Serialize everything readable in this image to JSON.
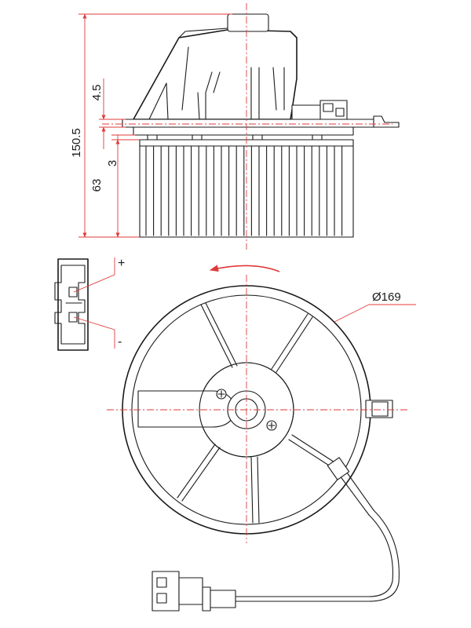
{
  "dimensions": {
    "total_height": "150.5",
    "flange_offset": "4.5",
    "gap": "3",
    "wheel_height": "63",
    "diameter": "Ø169"
  },
  "connector": {
    "positive": "+",
    "negative": "-"
  },
  "rotation": "counter-clockwise",
  "colors": {
    "line": "#1a1a1a",
    "dimension": "#e03a3a"
  }
}
